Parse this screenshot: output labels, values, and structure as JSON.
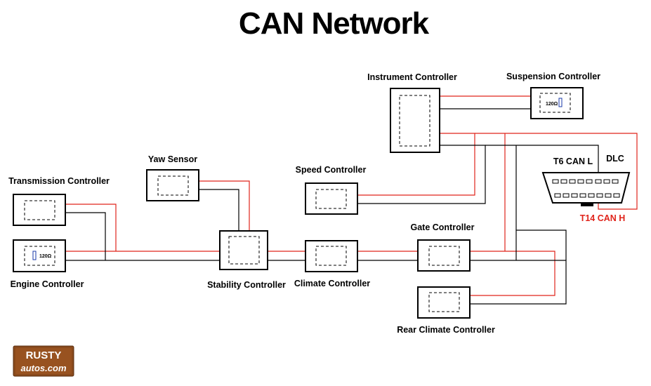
{
  "title": "CAN Network",
  "controllers": {
    "transmission": "Transmission Controller",
    "engine": "Engine Controller",
    "yaw": "Yaw Sensor",
    "stability": "Stability Controller",
    "speed": "Speed Controller",
    "climate": "Climate Controller",
    "instrument": "Instrument Controller",
    "suspension": "Suspension Controller",
    "gate": "Gate Controller",
    "rear_climate": "Rear Climate Controller"
  },
  "resistor_value": "120Ω",
  "dlc": {
    "label": "DLC",
    "pin_low": "T6 CAN L",
    "pin_high": "T14 CAN H"
  },
  "logo": {
    "line1": "RUSTY",
    "line2": "autos.com"
  },
  "colors": {
    "can_high": "#e0241b",
    "can_low": "#000000",
    "logo_bg": "#8a4a1c"
  }
}
